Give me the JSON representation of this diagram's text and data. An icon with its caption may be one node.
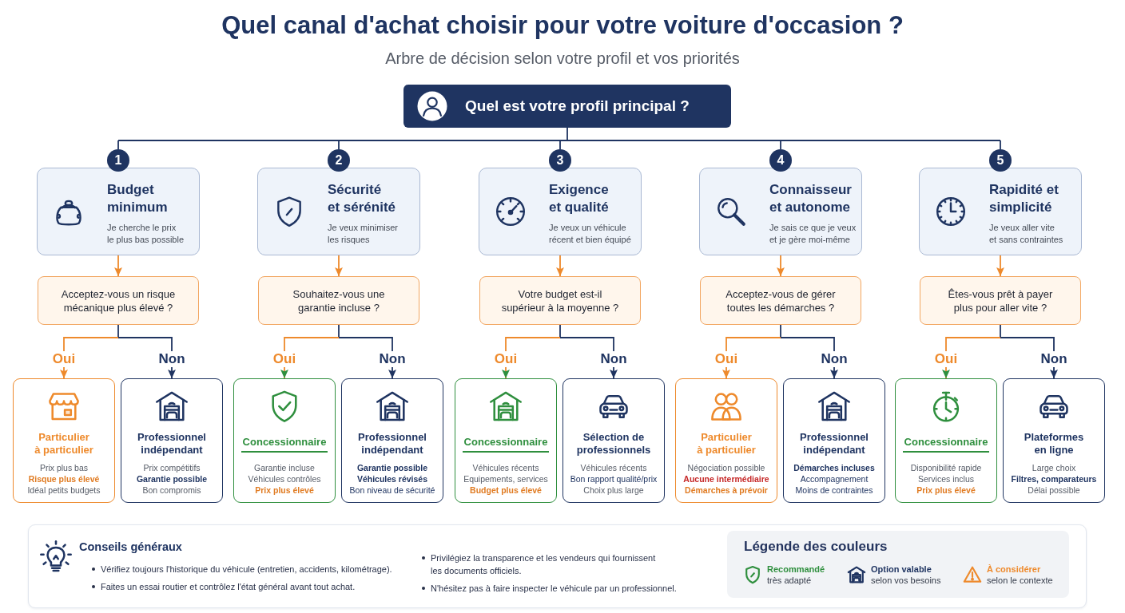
{
  "diagram": {
    "title": "Quel canal d'achat choisir pour votre voiture d'occasion ?",
    "nodes": [
      {
        "text": [
          "Quel est votre profil principal ?"
        ]
      },
      {
        "text": [
          "1"
        ]
      },
      {
        "text": [
          "2"
        ]
      },
      {
        "text": [
          "3"
        ]
      },
      {
        "text": [
          "4"
        ]
      },
      {
        "text": [
          "5"
        ]
      },
      {
        "text": [
          "Budget minimum",
          "Je cherche le prix le plus bas possible"
        ]
      },
      {
        "text": [
          "Sécurité et sérénité",
          "Je veux minimiser les risques"
        ]
      },
      {
        "text": [
          "Exigence et qualité",
          "Je veux un véhicule récent et bien équipé"
        ]
      },
      {
        "text": [
          "Connaisseur et autonome",
          "Je sais ce que je veux et je gère moi-même"
        ]
      },
      {
        "text": [
          "Rapidité et simplicité",
          "Je veux aller vite et sans contraintes"
        ]
      },
      {
        "text": [
          "Acceptez-vous un risque mécanique plus élevé ?"
        ]
      },
      {
        "text": [
          "Souhaitez-vous une garantie incluse ?"
        ]
      },
      {
        "text": [
          "Votre budget est-il supérieur à la moyenne ?"
        ]
      },
      {
        "text": [
          "Acceptez-vous de gérer toutes les démarches ?"
        ]
      },
      {
        "text": [
          "Êtes-vous prêt à payer plus pour aller vite ?"
        ]
      },
      {
        "text": [
          "Particulier à particulier",
          "Prix plus bas",
          "Risque plus élevé",
          "Idéal petits budgets"
        ]
      },
      {
        "text": [
          "Professionnel indépendant",
          "Prix compétitifs",
          "Garantie possible",
          "Bon compromis"
        ]
      },
      {
        "text": [
          "Concessionnaire",
          "Garantie incluse",
          "Véhicules contrôles",
          "Prix plus élevé"
        ]
      },
      {
        "text": [
          "Professionnel indépendant",
          "Garantie possible",
          "Véhicules révisés",
          "Bon niveau de sécurité"
        ]
      },
      {
        "text": [
          "Concessionnaire",
          "Véhicules récents",
          "Equipements, services",
          "Budget plus élevé"
        ]
      },
      {
        "text": [
          "Sélection de professionnels",
          "Véhicules récents",
          "Bon rapport qualité/prix",
          "Choix plus large"
        ]
      },
      {
        "text": [
          "Particulier à particulier",
          "Négociation possible",
          "Aucune intermédiaire",
          "Démarches à prévoir"
        ]
      },
      {
        "text": [
          "Professionnel indépendant",
          "Démarches incluses",
          "Accompagnement",
          "Moins de contraintes"
        ]
      },
      {
        "text": [
          "Concessionnaire",
          "Disponibilité rapide",
          "Services inclus",
          "Prix plus élevé"
        ]
      },
      {
        "text": [
          "Plateformes en ligne",
          "Large choix",
          "Filtres, comparateurs",
          "Délai possible"
        ]
      },
      {
        "text": [
          "Conseils généraux",
          "Vérifiez toujours l'historique du véhicule (entretien, accidents, kilométrage).",
          "Faites un essai routier et contrôlez l'état général avant tout achat.",
          "Privilégiez la transparence et les vendeurs qui fournissent les documents officiels.",
          "N'hésitez pas à faire inspecter le véhicule par un professionnel."
        ]
      }
    ],
    "edges": [
      {
        "from": 0,
        "to": 1,
        "arrow": "none"
      },
      {
        "from": 0,
        "to": 2,
        "arrow": "none"
      },
      {
        "from": 0,
        "to": 3,
        "arrow": "none"
      },
      {
        "from": 0,
        "to": 4,
        "arrow": "none"
      },
      {
        "from": 0,
        "to": 5,
        "arrow": "none"
      },
      {
        "from": 6,
        "to": 11,
        "arrow": "to",
        "color": "#ee8a2c"
      },
      {
        "from": 7,
        "to": 12,
        "arrow": "to",
        "color": "#ee8a2c"
      },
      {
        "from": 8,
        "to": 13,
        "arrow": "to",
        "color": "#ee8a2c"
      },
      {
        "from": 9,
        "to": 14,
        "arrow": "to",
        "color": "#ee8a2c"
      },
      {
        "from": 10,
        "to": 15,
        "arrow": "to",
        "color": "#ee8a2c"
      },
      {
        "from": 11,
        "to": 16,
        "arrow": "to",
        "label": "Oui",
        "color": "#ee8a2c"
      },
      {
        "from": 11,
        "to": 17,
        "arrow": "to",
        "label": "Non"
      },
      {
        "from": 12,
        "to": 18,
        "arrow": "to",
        "label": "Oui",
        "color": "#ee8a2c"
      },
      {
        "from": 12,
        "to": 19,
        "arrow": "to",
        "label": "Non"
      },
      {
        "from": 13,
        "to": 20,
        "arrow": "to",
        "label": "Oui",
        "color": "#ee8a2c"
      },
      {
        "from": 13,
        "to": 21,
        "arrow": "to",
        "label": "Non"
      },
      {
        "from": 14,
        "to": 22,
        "arrow": "to",
        "label": "Oui",
        "color": "#ee8a2c"
      },
      {
        "from": 14,
        "to": 23,
        "arrow": "to",
        "label": "Non"
      },
      {
        "from": 15,
        "to": 24,
        "arrow": "to",
        "label": "Oui",
        "color": "#ee8a2c"
      },
      {
        "from": 15,
        "to": 25,
        "arrow": "to",
        "label": "Non"
      }
    ],
    "labels": [
      "Arbre de décision selon votre profil et vos priorités",
      "Légende des couleurs"
    ],
    "legend": [
      {
        "text": "**Recommandé** très adapté",
        "color": "#2f8f3e"
      },
      {
        "text": "**Option valable** selon vos besoins",
        "color": "#1f3461"
      },
      {
        "text": "**À considérer** selon le contexte",
        "color": "#ee8a2c"
      }
    ]
  }
}
